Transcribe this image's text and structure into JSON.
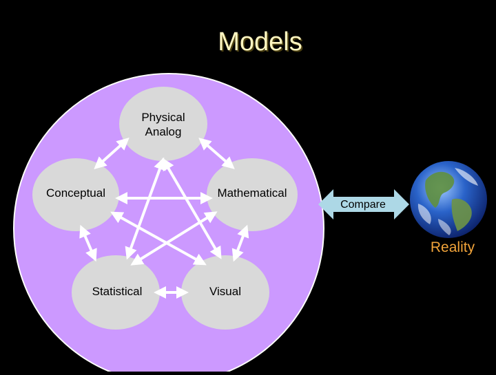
{
  "title": "Models",
  "nodes": {
    "physical_analog": "Physical\nAnalog",
    "conceptual": "Conceptual",
    "mathematical": "Mathematical",
    "statistical": "Statistical",
    "visual": "Visual"
  },
  "compare_label": "Compare",
  "reality_label": "Reality",
  "colors": {
    "background": "#000000",
    "big_circle": "#CC99FF",
    "node_fill": "#D9D9D9",
    "title": "#FFF7C2",
    "reality": "#F2A43A",
    "compare_arrow": "#ADD8E6"
  },
  "icons": {
    "earth": "earth-globe-icon"
  }
}
